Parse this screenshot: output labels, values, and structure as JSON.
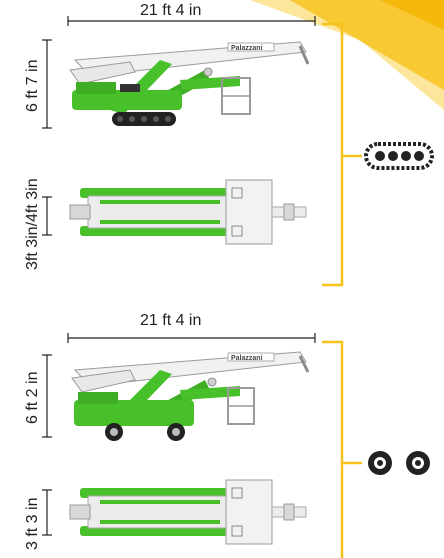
{
  "colors": {
    "accent": "#f7c21a",
    "machine_green": "#47c02a",
    "boom_white": "#f1f1f1",
    "track": "#222222"
  },
  "section_tracked": {
    "length_label": "21 ft 4 in",
    "height_label": "6 ft 7 in",
    "width_label": "3ft 3in/4ft 3in",
    "brand": "Palazzani",
    "icon": "crawler-track-icon"
  },
  "section_wheeled": {
    "length_label": "21 ft 4 in",
    "height_label": "6 ft 2 in",
    "width_label": "3 ft 3 in",
    "brand": "Palazzani",
    "icon": "twin-wheels-icon"
  }
}
